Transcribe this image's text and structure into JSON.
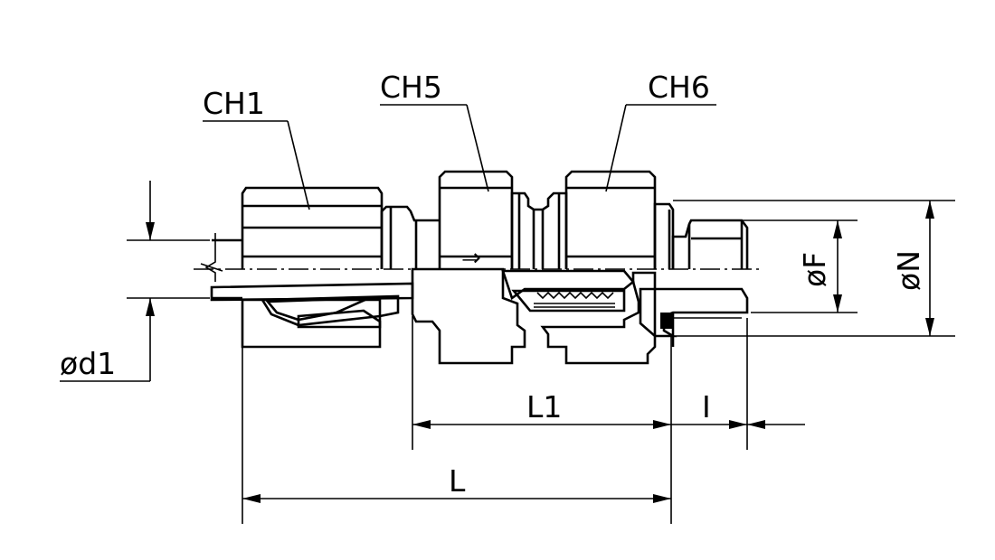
{
  "labels": {
    "ch1": "CH1",
    "ch5": "CH5",
    "ch6": "CH6",
    "d1": "ød1",
    "F": "øF",
    "N": "øN",
    "L1": "L1",
    "I": "I",
    "L": "L"
  },
  "flow_arrow": "⇒",
  "colors": {
    "line": "#000000",
    "background": "#ffffff"
  }
}
